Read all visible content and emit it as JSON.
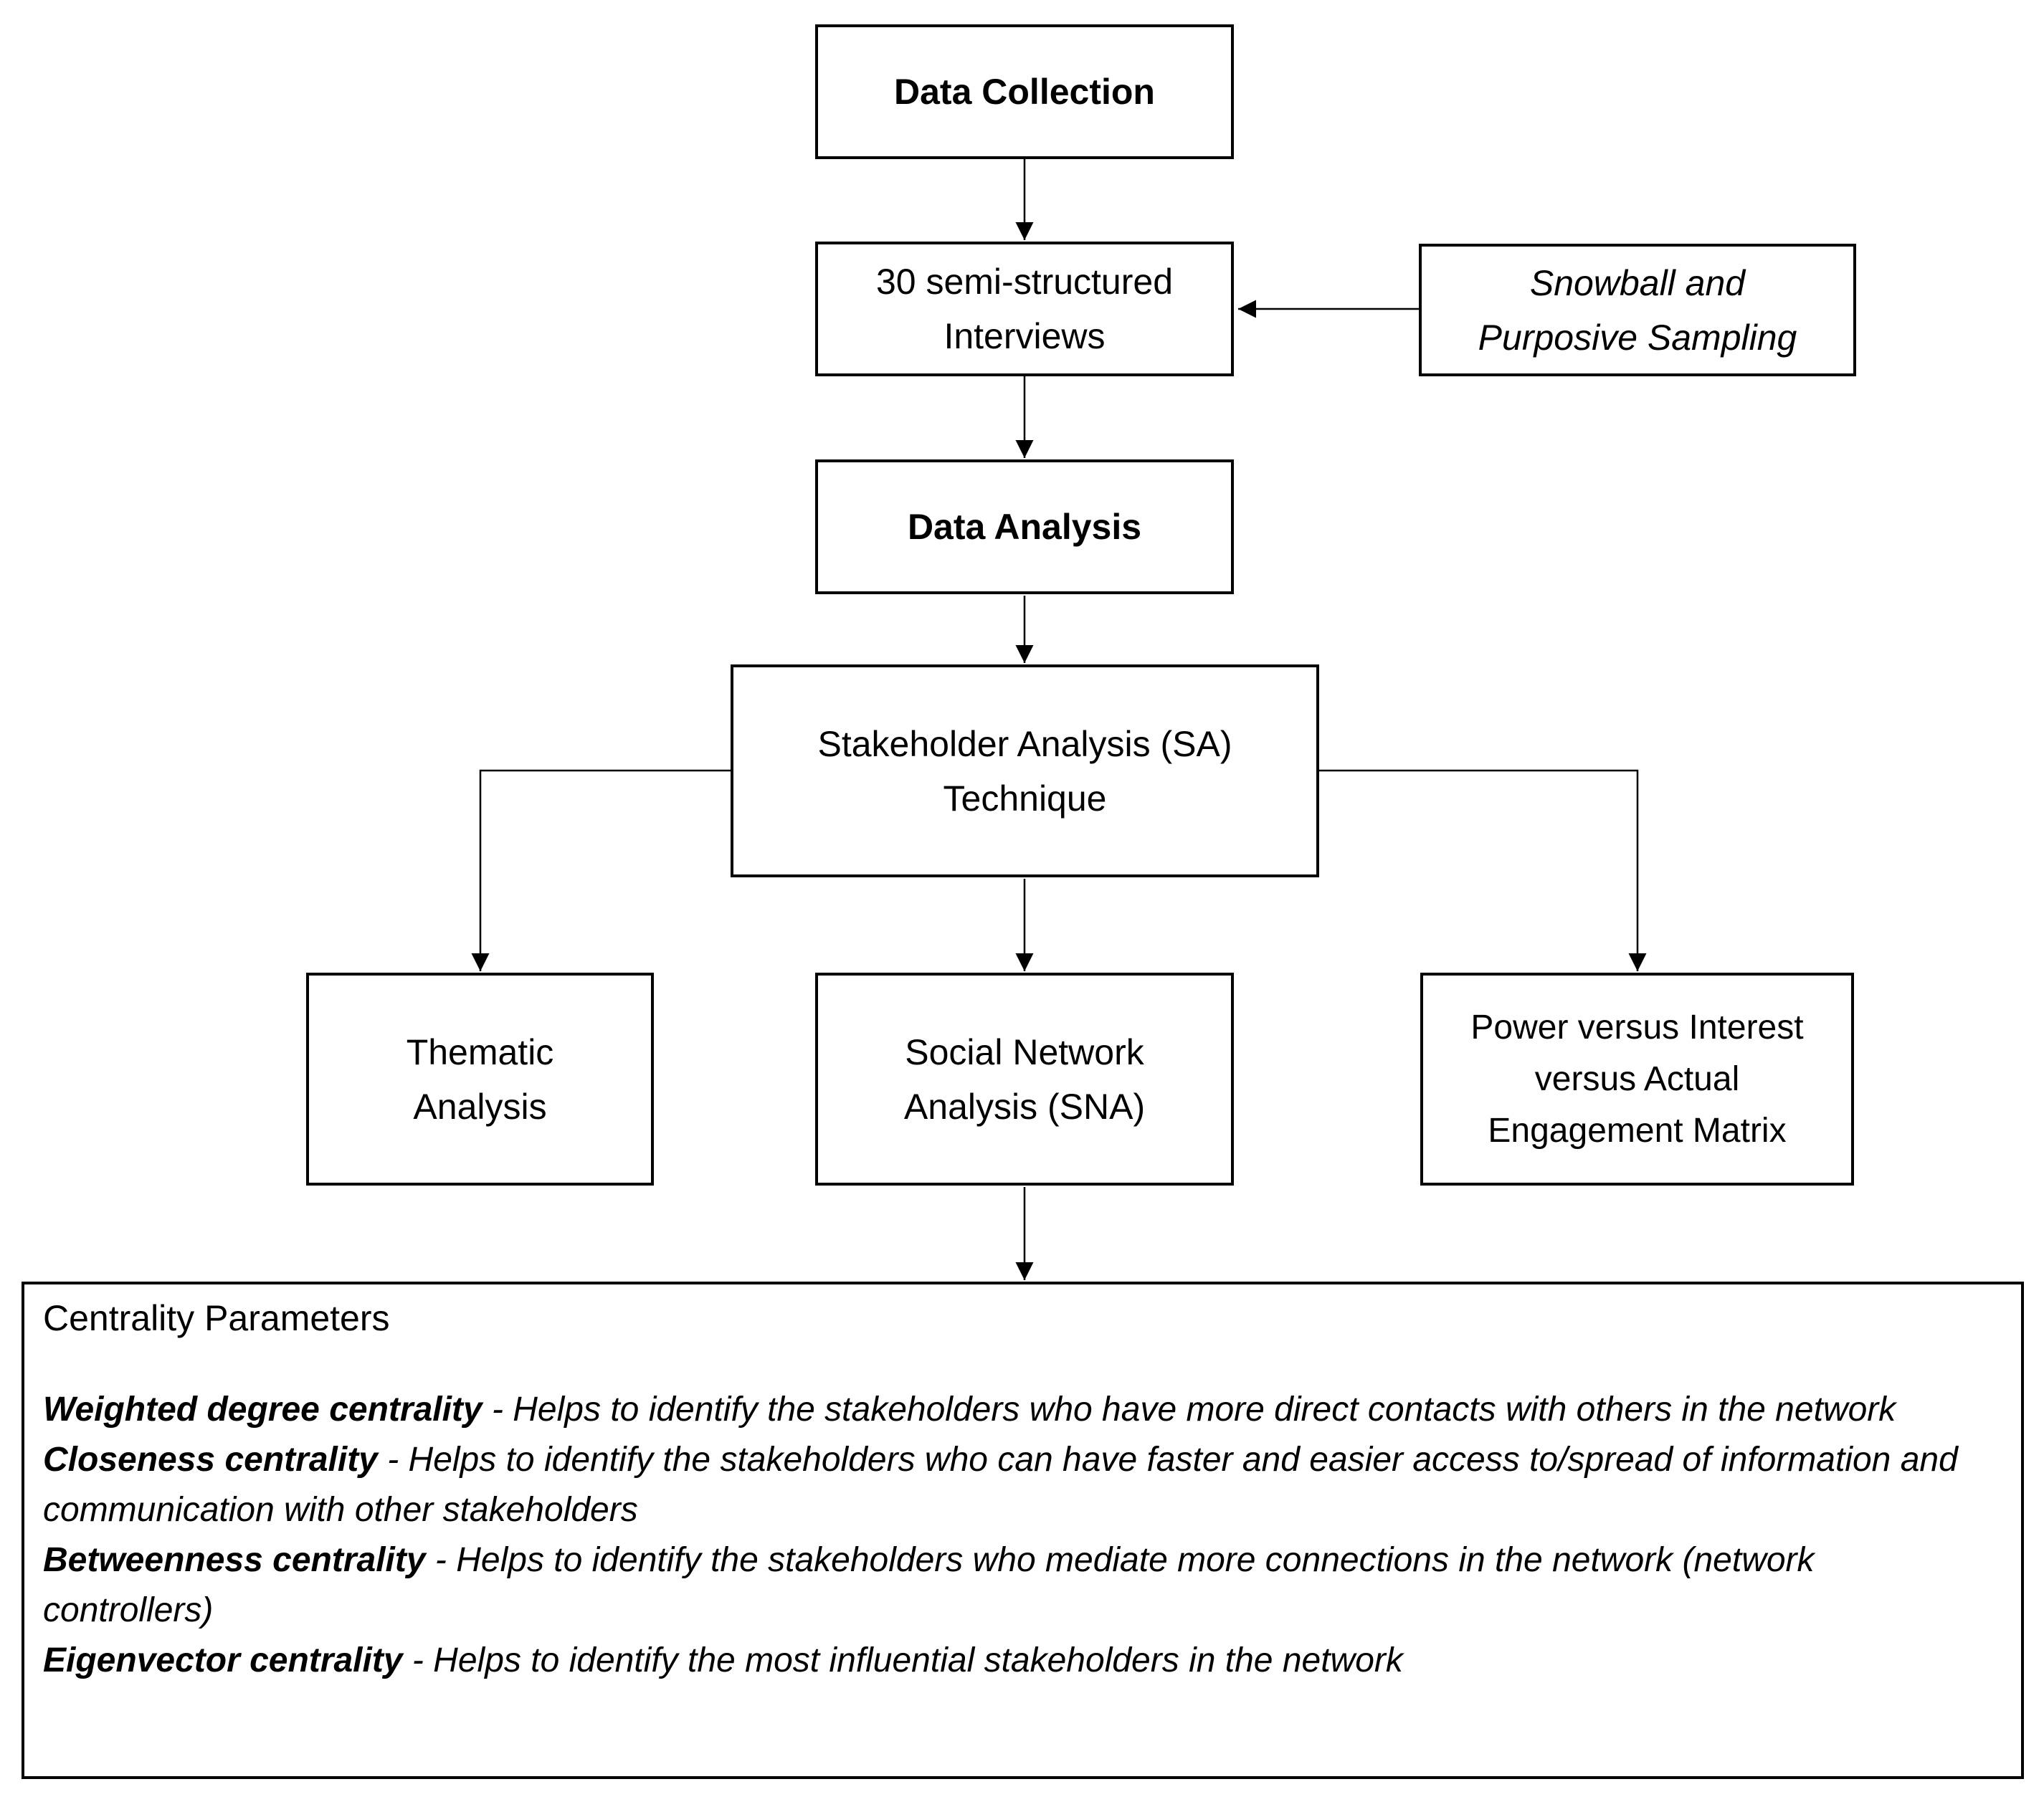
{
  "nodes": {
    "data_collection": {
      "label": "Data Collection"
    },
    "interviews": {
      "lines": [
        "30 semi-structured",
        "Interviews"
      ]
    },
    "snowball_sampling": {
      "lines": [
        "Snowball and",
        "Purposive Sampling"
      ]
    },
    "data_analysis": {
      "label": "Data Analysis"
    },
    "sa_technique": {
      "lines": [
        "Stakeholder Analysis (SA)",
        "Technique"
      ]
    },
    "thematic_analysis": {
      "lines": [
        "Thematic",
        "Analysis"
      ]
    },
    "sna": {
      "lines": [
        "Social Network",
        "Analysis (SNA)"
      ]
    },
    "power_matrix": {
      "lines": [
        "Power versus Interest",
        "versus Actual",
        "Engagement Matrix"
      ]
    },
    "centrality_parameters": {
      "title": "Centrality Parameters",
      "items": [
        {
          "term": "Weighted degree centrality",
          "desc": " - Helps to identify the stakeholders who have more direct contacts with others in the network"
        },
        {
          "term": "Closeness centrality",
          "desc": " - Helps to identify the stakeholders who can have faster and easier access to/spread of information and communication with other stakeholders"
        },
        {
          "term": "Betweenness centrality",
          "desc": " - Helps to identify the stakeholders who mediate more connections in the network (network controllers)"
        },
        {
          "term": "Eigenvector centrality",
          "desc": " - Helps to identify the most influential stakeholders in the network"
        }
      ]
    }
  },
  "colors": {
    "line": "#000000",
    "text": "#000000",
    "background": "#ffffff"
  }
}
